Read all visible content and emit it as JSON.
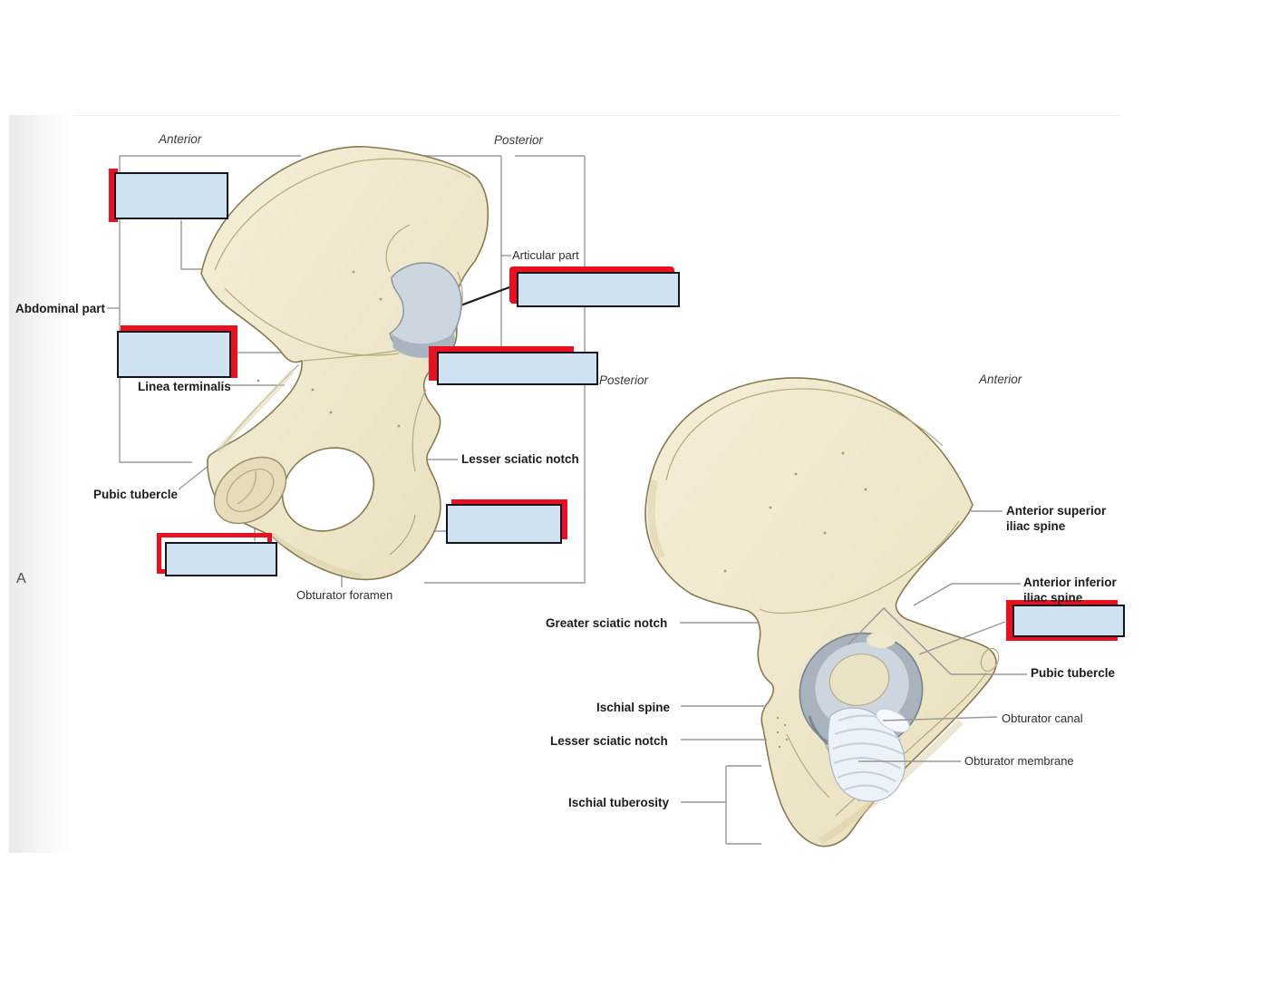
{
  "panel_letter": "A",
  "left_view": {
    "anterior": "Anterior",
    "posterior": "Posterior",
    "articular_part": "Articular part",
    "abdominal_part": "Abdominal part",
    "linea_terminalis": "Linea terminalis",
    "pubic_tubercle": "Pubic tubercle",
    "lesser_sciatic_notch": "Lesser sciatic notch",
    "obturator_foramen": "Obturator foramen",
    "posterior_mid": "Posterior"
  },
  "right_view": {
    "anterior": "Anterior",
    "anterior_superior_iliac_spine": "Anterior superior iliac spine",
    "anterior_inferior_iliac_spine": "Anterior inferior iliac spine",
    "greater_sciatic_notch": "Greater sciatic notch",
    "ischial_spine": "Ischial spine",
    "lesser_sciatic_notch": "Lesser sciatic notch",
    "ischial_tuberosity": "Ischial tuberosity",
    "pubic_tubercle": "Pubic tubercle",
    "obturator_canal": "Obturator canal",
    "obturator_membrane": "Obturator membrane"
  },
  "hidden_label_boxes": {
    "count": 7
  },
  "colors": {
    "hidden_box_fill": "#cfe2f2",
    "hidden_box_border": "#15151f",
    "highlight_red": "#ea1020",
    "bone_fill": "#efe7cc",
    "bone_outline": "#8a7e58",
    "cartilage_fill": "#ccd6df",
    "leader_line": "#979797"
  }
}
